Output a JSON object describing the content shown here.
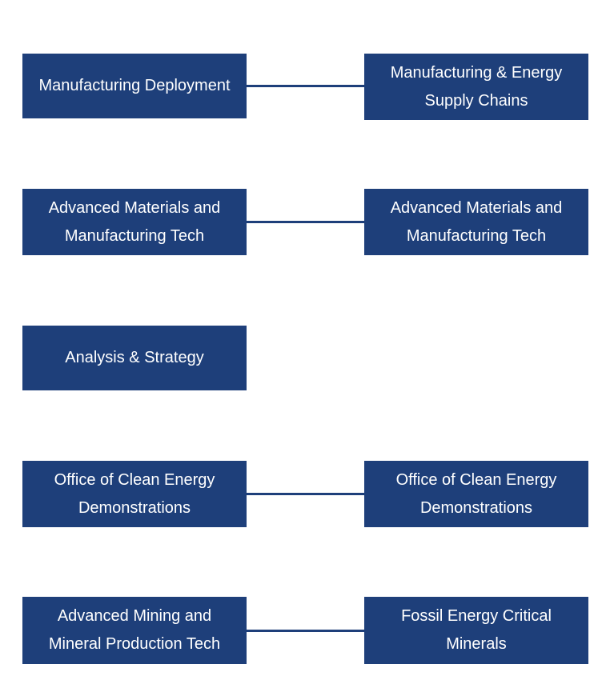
{
  "colors": {
    "box_fill": "#1e3f7a",
    "box_text": "#ffffff",
    "connector": "#1e3f7a",
    "background": "#ffffff"
  },
  "rows": [
    {
      "left": {
        "lines": [
          "Manufacturing Deployment"
        ]
      },
      "right": {
        "lines": [
          "Manufacturing & Energy",
          "Supply Chains"
        ]
      }
    },
    {
      "left": {
        "lines": [
          "Advanced Materials and",
          "Manufacturing Tech"
        ]
      },
      "right": {
        "lines": [
          "Advanced Materials and",
          "Manufacturing Tech"
        ]
      }
    },
    {
      "left": {
        "lines": [
          "Analysis & Strategy"
        ]
      },
      "right": null
    },
    {
      "left": {
        "lines": [
          "Office of Clean Energy",
          "Demonstrations"
        ]
      },
      "right": {
        "lines": [
          "Office of Clean Energy",
          "Demonstrations"
        ]
      }
    },
    {
      "left": {
        "lines": [
          "Advanced Mining and",
          "Mineral Production Tech"
        ]
      },
      "right": {
        "lines": [
          "Fossil Energy Critical",
          "Minerals"
        ]
      }
    }
  ]
}
